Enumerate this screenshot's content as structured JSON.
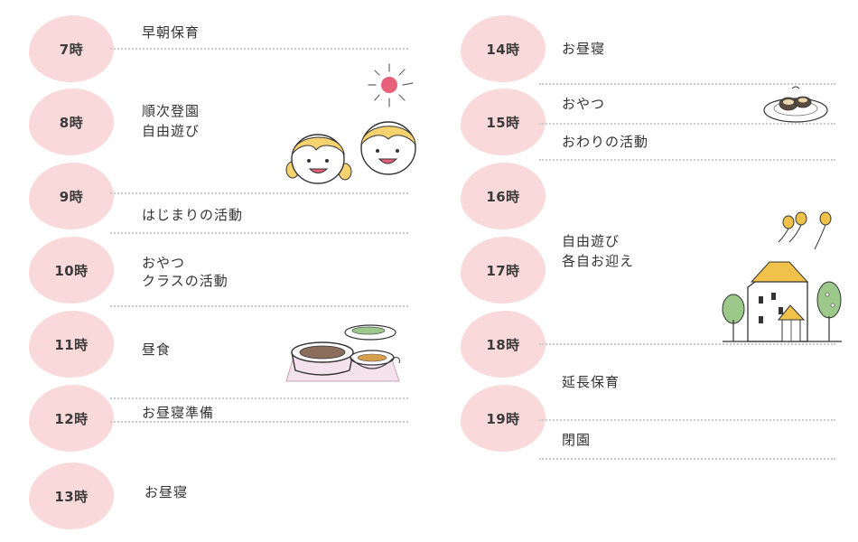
{
  "left_hours": [
    "7時",
    "8時",
    "9時",
    "10時",
    "11時",
    "12時",
    "13時"
  ],
  "right_hours": [
    "14時",
    "15時",
    "16時",
    "17時",
    "18時",
    "19時"
  ],
  "activities": {
    "h7": "早朝保育",
    "h8_line1": "順次登園",
    "h8_line2": "自由遊び",
    "h9": "はじまりの活動",
    "h10_line1": "おやつ",
    "h10_line2": "クラスの活動",
    "h11": "昼食",
    "h12": "お昼寝準備",
    "h13": "お昼寝",
    "h14": "お昼寝",
    "h15_snack": "おやつ",
    "h15_end": "おわりの活動",
    "h17_line1": "自由遊び",
    "h17_line2": "各自お迎え",
    "h18_extended": "延長保育",
    "h19_close": "閉園"
  },
  "colors": {
    "blob": "#f9d9d9",
    "dots": "#c9c9c9",
    "text": "#333333",
    "sun": "#e8607a"
  }
}
